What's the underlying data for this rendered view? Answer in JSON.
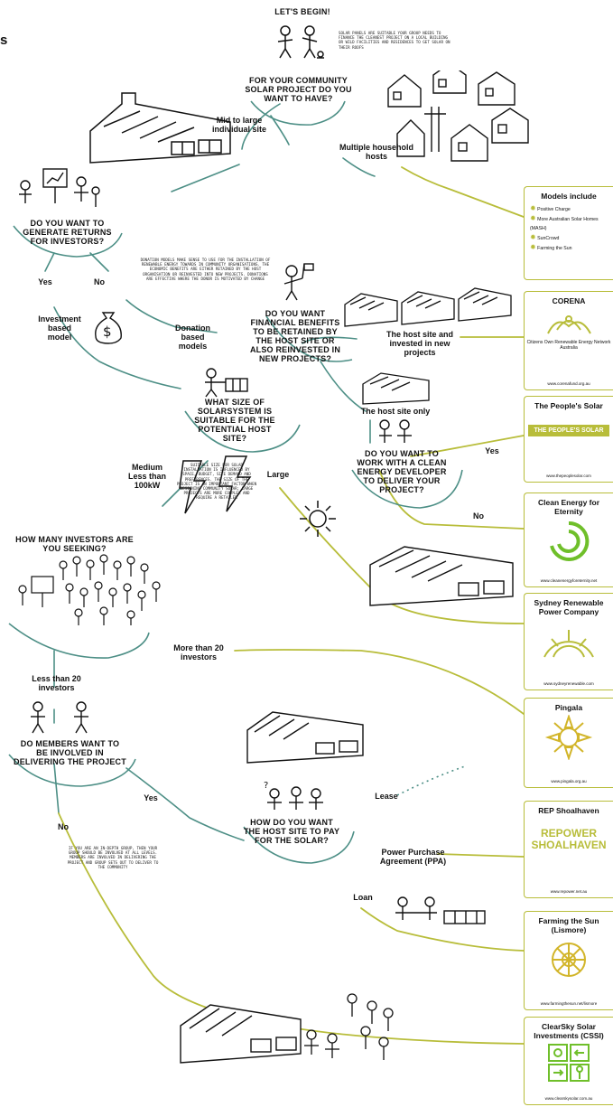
{
  "page": {
    "title_fragment": "s"
  },
  "start": {
    "title": "LET'S BEGIN!",
    "note": "SOLAR PANELS ARE SUITABLE YOUR GROUP NEEDS TO FINANCE THE CLEANEST PROJECT ON A LOCAL BUILDING OR WILD FACILITIES AND RESIDENCES TO GET SOLAR ON THEIR ROOFS"
  },
  "questions": {
    "q1": "FOR YOUR COMMUNITY SOLAR PROJECT DO YOU WANT TO HAVE?",
    "q2": "DO YOU WANT TO GENERATE RETURNS FOR INVESTORS?",
    "q3": "DO YOU WANT FINANCIAL BENEFITS TO BE RETAINED BY THE HOST SITE OR ALSO REINVESTED IN NEW PROJECTS?",
    "q4": "WHAT SIZE OF SOLARSYSTEM IS SUITABLE FOR THE POTENTIAL HOST SITE?",
    "q5": "DO YOU WANT TO WORK WITH A CLEAN ENERGY DEVELOPER TO DELIVER YOUR PROJECT?",
    "q6": "HOW MANY INVESTORS ARE YOU SEEKING?",
    "q7": "DO MEMBERS WANT TO BE INVOLVED IN DELIVERING THE PROJECT",
    "q8": "HOW DO YOU WANT THE HOST SITE TO PAY FOR THE SOLAR?"
  },
  "labels": {
    "mid_large": "Mid to large individual site",
    "multiple": "Multiple household hosts",
    "yes1": "Yes",
    "no1": "No",
    "investment": "Investment based model",
    "donation": "Donation based models",
    "host_invested": "The host site and invested in new projects",
    "host_only": "The host site only",
    "yes2": "Yes",
    "no2": "No",
    "medium": "Medium Less than 100kW",
    "large": "Large",
    "more20": "More than 20 investors",
    "less20": "Less than 20 investors",
    "yes3": "Yes",
    "no3": "No",
    "lease": "Lease",
    "ppa": "Power Purchase Agreement (PPA)",
    "loan": "Loan"
  },
  "notes": {
    "donation": "DONATION MODELS MAKE SENSE TO USE FOR THE INSTALLATION OF RENEWABLE ENERGY TOWARDS IN COMMUNITY ORGANISATIONS. THE ECONOMIC BENEFITS ARE EITHER RETAINED BY THE HOST ORGANISATION OR REINVESTED INTO NEW PROJECTS. DONATIONS ARE EFFECTIVE WHERE THE DONOR IS MOTIVATED BY CHANGE",
    "size": "SUITABLE SIZE FOR SOLAR INSTALLATION IS INFLUENCED BY SPACE, BUDGET, SITE DEMAND AND PREFERENCES. THE SIZE OF THE PROJECT IS AN IMPORTANT FACTOR WHEN DESIGNING COMMUNITY SOLAR; LARGE PROJECTS ARE MORE COMPLEX AND REQUIRE A RETAILER",
    "members": "IF YOU ARE AN IN-DEPTH GROUP, THEN YOUR GROUP SHOULD BE INVOLVED AT ALL LEVELS. MEMBERS ARE INVOLVED IN DELIVERING THE PROJECT AND GROUP SETS OUT TO DELIVER TO THE COMMUNITY"
  },
  "models": {
    "title": "Models include",
    "items": [
      "Positive Charge",
      "More Australian Solar Homes (MASH)",
      "SunCrowd",
      "Farming the Sun"
    ]
  },
  "cards": [
    {
      "title": "CORENA",
      "sub": "Citizens Own Renewable Energy Network Australia",
      "url": "www.corenafund.org.au"
    },
    {
      "title": "The People's Solar",
      "logo_text": "THE PEOPLE'S SOLAR",
      "url": "www.thepeoplesolar.com"
    },
    {
      "title": "Clean Energy for Eternity",
      "url": "www.cleanenergyforeternity.net"
    },
    {
      "title": "Sydney Renewable Power Company",
      "url": "www.sydneyrenewable.com"
    },
    {
      "title": "Pingala",
      "url": "www.pingala.org.au"
    },
    {
      "title": "REP Shoalhaven",
      "logo_text": "REPOWER SHOALHAVEN",
      "url": "www.repower.net.au"
    },
    {
      "title": "Farming the Sun (Lismore)",
      "url": "www.farmingthesun.net/lismore"
    },
    {
      "title": "ClearSky Solar Investments (CSSI)",
      "url": "www.clearskysolar.com.au"
    }
  ],
  "colors": {
    "accent": "#b8bd3a",
    "teal": "#4d8f86",
    "sun": "#d2b52a",
    "swirl": "#6fbf2a",
    "ink": "#111111"
  }
}
